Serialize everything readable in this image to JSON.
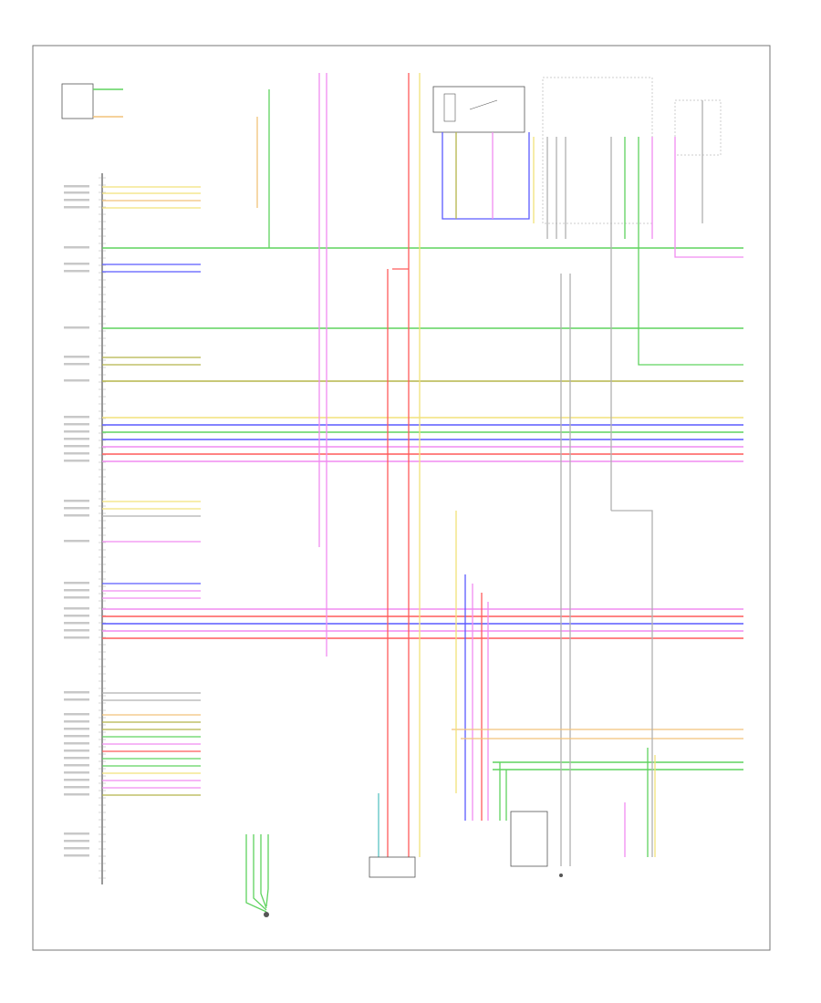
{
  "figure": {
    "reference": "",
    "module_label": "",
    "components": [
      {
        "id": "c1",
        "label": ""
      },
      {
        "id": "c2",
        "label": ""
      },
      {
        "id": "c3",
        "label": ""
      },
      {
        "id": "c4",
        "label": ""
      },
      {
        "id": "c5",
        "label": ""
      },
      {
        "id": "c6",
        "label": ""
      }
    ]
  },
  "wire_colors": {
    "green": "#5fd35f",
    "yellow": "#f2e27a",
    "pink": "#f08cf0",
    "red": "#ff5a5a",
    "blue": "#5a5aff",
    "violet": "#c28cf0",
    "orange": "#f2c27a",
    "olive": "#b5b54a",
    "gray": "#b0b0b0",
    "teal": "#5ac2c2",
    "dark": "#555555"
  }
}
